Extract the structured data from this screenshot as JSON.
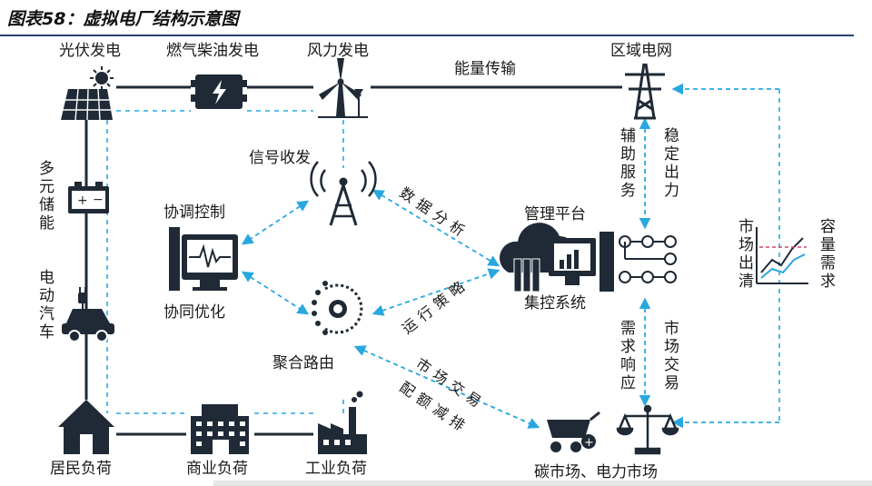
{
  "title": "图表58：虚拟电厂结构示意图",
  "nodes": {
    "solar": "光伏发电",
    "gas": "燃气柴油发电",
    "wind": "风力发电",
    "grid": "区域电网",
    "signal": "信号收发",
    "coord_control": "协调控制",
    "coord_optimize": "协同优化",
    "aggregation": "聚合路由",
    "platform_top": "管理平台",
    "platform_bottom": "集控系统",
    "storage": "多元储能",
    "ev": "电动汽车",
    "residential": "居民负荷",
    "commercial": "商业负荷",
    "industrial": "工业负荷",
    "markets": "碳市场、电力市场"
  },
  "edges": {
    "energy_transmission": "能量传输",
    "aux_service": "辅助服务",
    "stable_output": "稳定出力",
    "data_analysis": "数据分析",
    "operation_strategy": "运行策略",
    "market_trade": "市场交易",
    "quota_reduction": "配额减排",
    "demand_response": "需求响应",
    "market_trade_right": "市场交易",
    "market_clearing": "市场出清",
    "capacity_demand": "容量需求"
  },
  "colors": {
    "accent": "#29a8e0",
    "dark": "#1f2a36",
    "rule": "#2a3f73"
  },
  "icons": [
    "sun-icon",
    "solar-panel-icon",
    "generator-icon",
    "wind-turbine-icon",
    "transmission-tower-icon",
    "signal-tower-icon",
    "monitor-icon",
    "hub-icon",
    "cloud-server-icon",
    "flow-icon",
    "growth-chart-icon",
    "battery-icon",
    "ev-charger-icon",
    "house-icon",
    "building-icon",
    "factory-icon",
    "cart-icon",
    "scale-icon"
  ]
}
